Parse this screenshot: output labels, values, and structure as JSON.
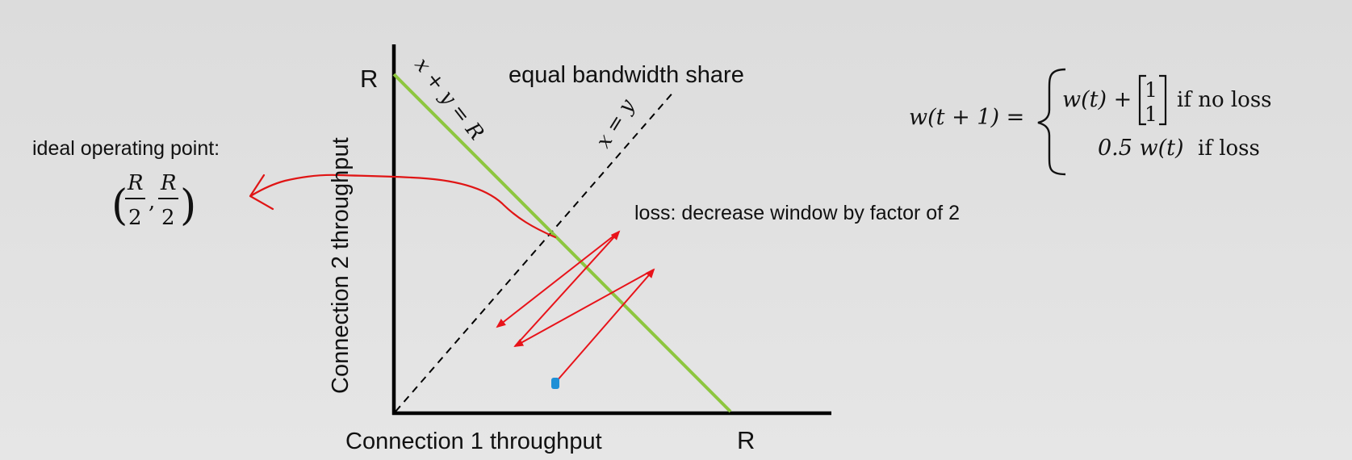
{
  "axes": {
    "y_label": "Connection 2 throughput",
    "x_label": "Connection 1 throughput",
    "y_max_label": "R",
    "x_max_label": "R"
  },
  "lines": {
    "sum_line_label": "x + y = R",
    "diag_line_label": "x = y",
    "equal_share_label": "equal bandwidth share"
  },
  "annotations": {
    "loss_label": "loss: decrease window by factor of 2",
    "ideal_title": "ideal operating point:",
    "ideal_num_1": "R",
    "ideal_den_1": "2",
    "ideal_num_2": "R",
    "ideal_den_2": "2",
    "ideal_open": "(",
    "ideal_comma": ",",
    "ideal_close": ")"
  },
  "equation": {
    "lhs": "w(t + 1) =",
    "case1_expr": "w(t) +",
    "vector_top": "1",
    "vector_bottom": "1",
    "case1_cond": "if no loss",
    "case2_expr": "0.5 w(t)",
    "case2_cond": "if loss"
  },
  "colors": {
    "axis": "#000000",
    "sum_line": "#8dc63f",
    "diag_line": "#000000",
    "trajectory": "#e8131a",
    "start_point": "#1e90d6",
    "hand_arrow": "#e01515"
  }
}
